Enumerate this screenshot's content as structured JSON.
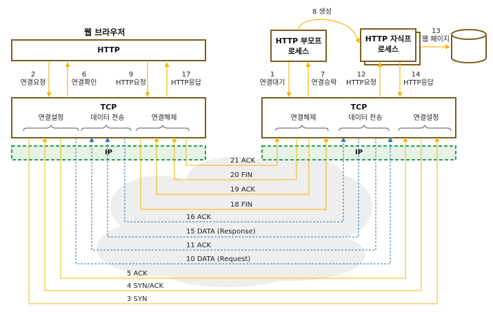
{
  "browser_title": "웹 브라우저",
  "left": {
    "http": "HTTP",
    "tcp": "TCP",
    "ip": "IP",
    "sections": [
      "연결설정",
      "데이터 전송",
      "연결해제"
    ],
    "calls": [
      {
        "num": "2",
        "text": "연결요청"
      },
      {
        "num": "6",
        "text": "연결확인"
      },
      {
        "num": "9",
        "text": "HTTP요청"
      },
      {
        "num": "17",
        "text": "HTTP응답"
      }
    ]
  },
  "right": {
    "parent_line1": "HTTP 부모프",
    "parent_line2": "로세스",
    "child_line1": "HTTP 자식프",
    "child_line2": "로세스",
    "spawn": "8 생성",
    "webpage_num": "13",
    "webpage": "웹 페이지",
    "tcp": "TCP",
    "ip": "IP",
    "sections": [
      "연결해제",
      "데이터 전송",
      "연결설정"
    ],
    "calls": [
      {
        "num": "1",
        "text": "연결대기"
      },
      {
        "num": "7",
        "text": "연결승락"
      },
      {
        "num": "12",
        "text": "HTTP요청"
      },
      {
        "num": "14",
        "text": "HTTP응답"
      }
    ]
  },
  "messages": [
    "21 ACK",
    "20 FIN",
    "19 ACK",
    "18 FIN",
    "16 ACK",
    "15 DATA (Response)",
    "11 ACK",
    "10 DATA (Request)",
    "5 ACK",
    "4 SYN/ACK",
    "3 SYN"
  ],
  "colors": {
    "box_border": "#7a5c1e",
    "ip_border": "#22a04b",
    "ip_fill": "#e6f2e6",
    "control_arrow": "#f2b705",
    "data_arrow": "#2e75b6",
    "cloud": "#eeeeee"
  }
}
